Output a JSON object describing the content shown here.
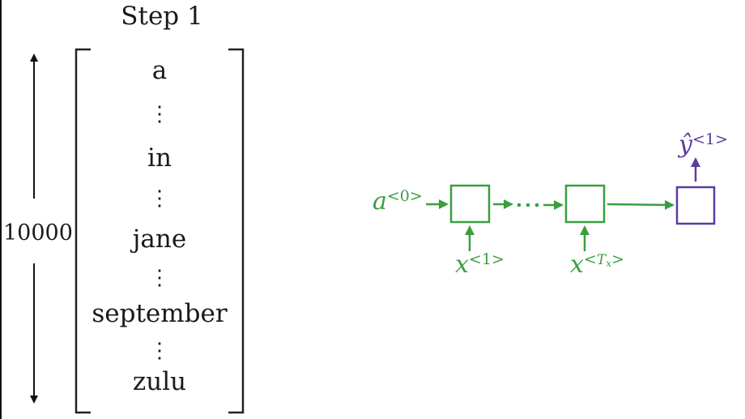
{
  "vocab_panel": {
    "title": "Step 1",
    "size_label": "10000",
    "entries": [
      {
        "type": "word",
        "text": "a"
      },
      {
        "type": "ellipsis",
        "text": "⋮"
      },
      {
        "type": "word",
        "text": "in"
      },
      {
        "type": "ellipsis",
        "text": "⋮"
      },
      {
        "type": "word",
        "text": "jane"
      },
      {
        "type": "ellipsis",
        "text": "⋮"
      },
      {
        "type": "word",
        "text": "september"
      },
      {
        "type": "ellipsis",
        "text": "⋮"
      },
      {
        "type": "word",
        "text": "zulu"
      }
    ]
  },
  "rnn_diagram": {
    "initial_activation": {
      "base": "a",
      "superscript": "<0>"
    },
    "first_input": {
      "base": "x",
      "superscript": "<1>"
    },
    "last_input": {
      "base": "x",
      "superscript_open": "<",
      "superscript_var": "T",
      "superscript_sub": "x",
      "superscript_close": ">"
    },
    "output": {
      "base": "ŷ",
      "superscript": "<1>"
    },
    "ellipsis": "···",
    "colors": {
      "rnn_cell": "#3a9e3f",
      "output_cell": "#5b3c9e",
      "text": "#1a1a1a"
    }
  }
}
